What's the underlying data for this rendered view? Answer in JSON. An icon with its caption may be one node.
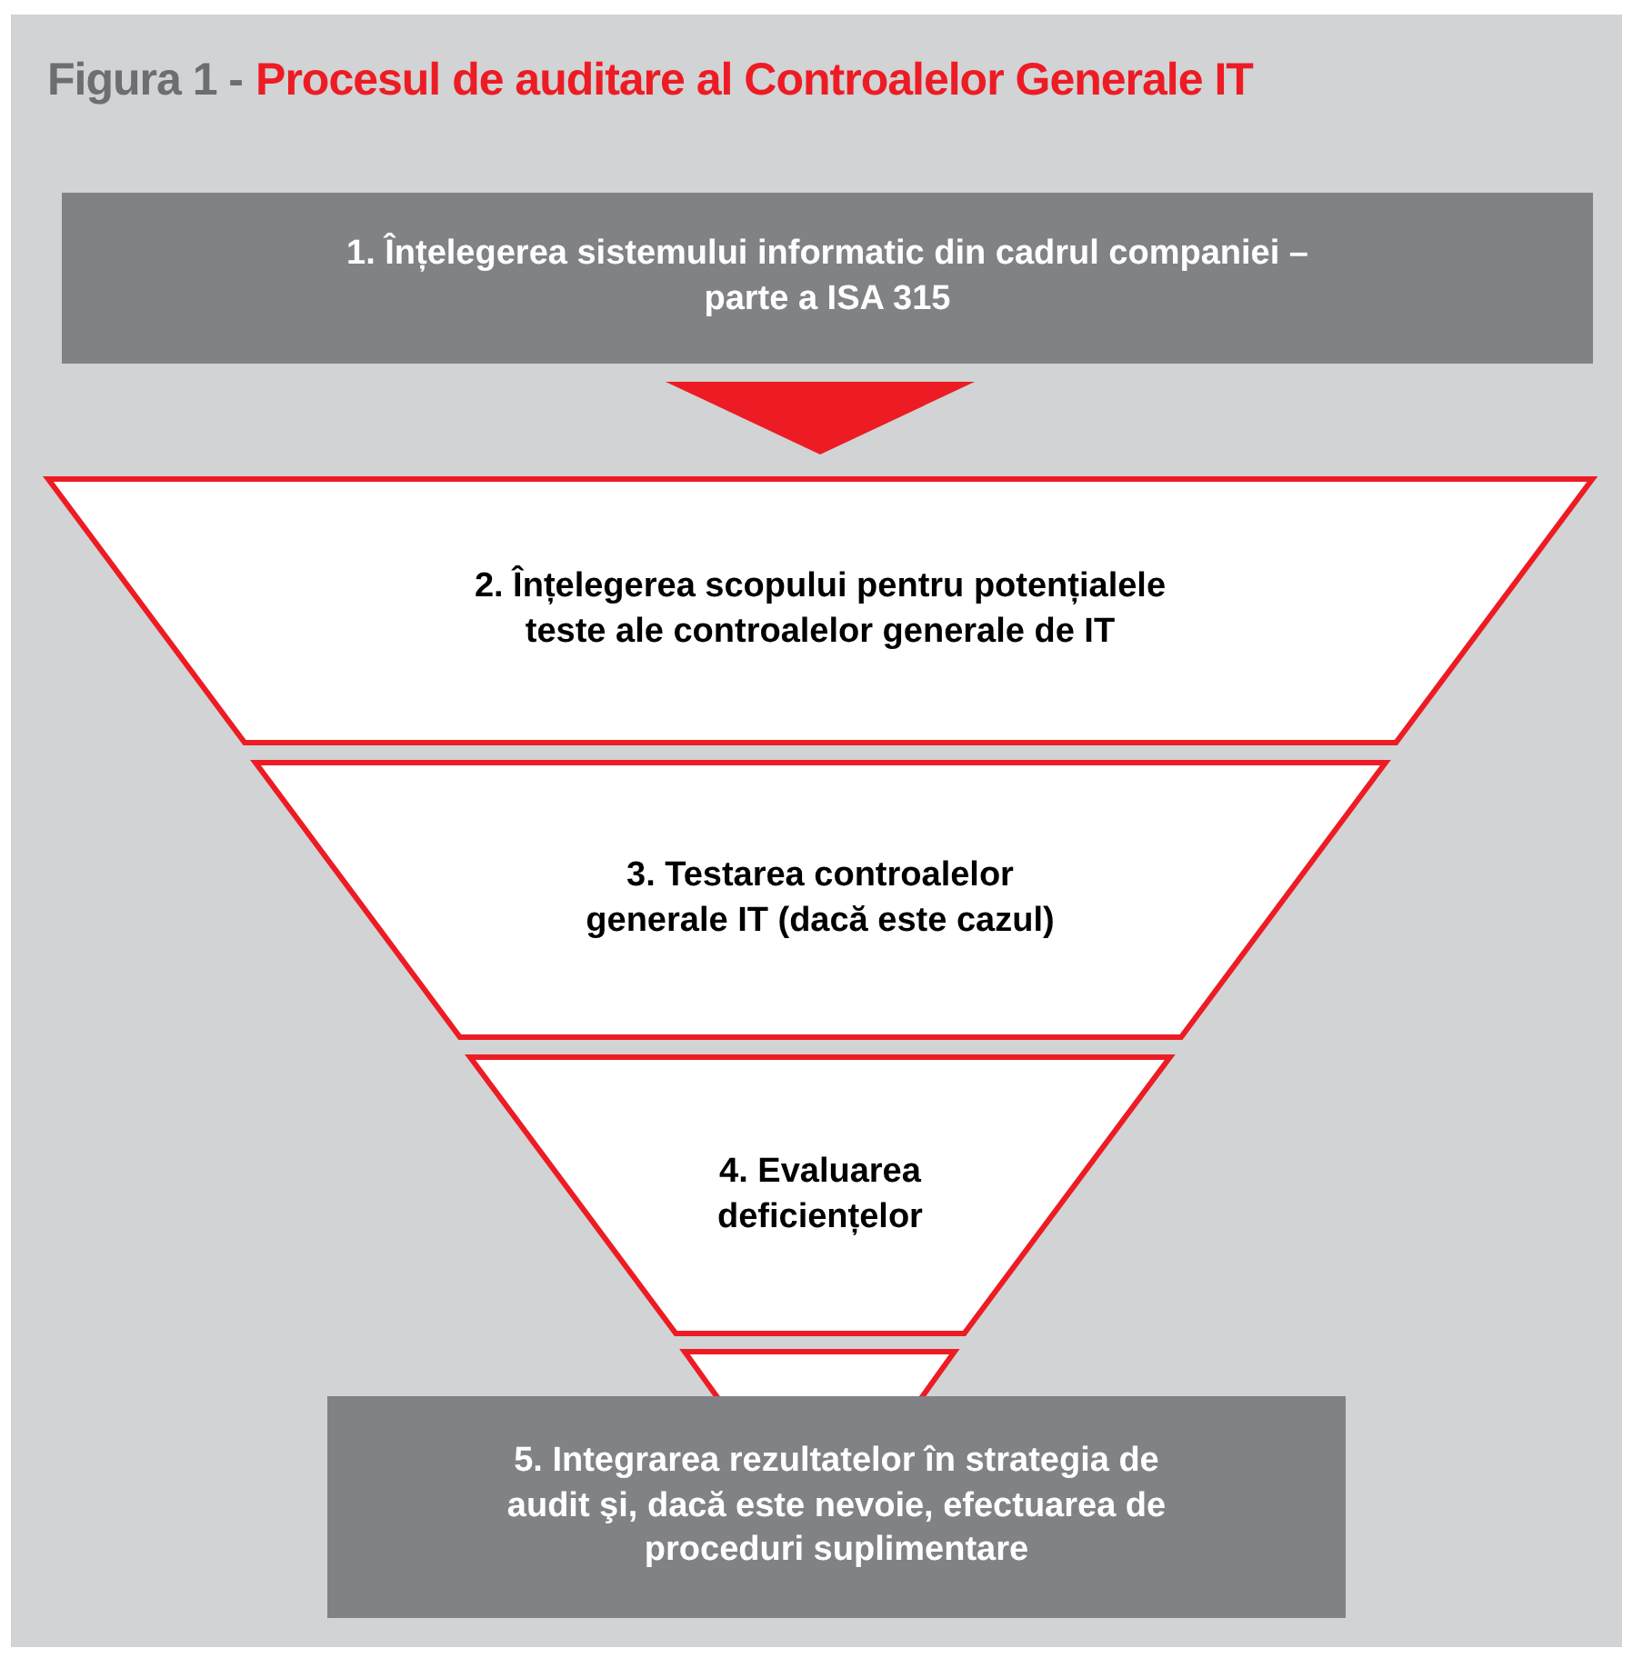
{
  "diagram": {
    "title": "Procesul de auditare al Controalelor Generale IT",
    "labels": [
      "Figura 1 -"
    ],
    "nodes": [
      {
        "text": [
          "1. Înțelegerea sistemului informatic din cadrul companiei – parte a ISA 315"
        ]
      },
      {
        "text": [
          "2. Înțelegerea scopului pentru potențialele teste ale controalelor generale de IT"
        ]
      },
      {
        "text": [
          "3. Testarea controalelor generale IT (dacă este cazul)"
        ]
      },
      {
        "text": [
          "4. Evaluarea deficiențelor"
        ]
      },
      {
        "text": [],
        "shape": "trapezoid"
      },
      {
        "text": [
          "5. Integrarea rezultatelor în strategia de audit şi, dacă este nevoie, efectuarea de proceduri suplimentare"
        ]
      }
    ],
    "edges": [
      {
        "from": 0,
        "to": 1,
        "arrow": "to"
      }
    ]
  }
}
